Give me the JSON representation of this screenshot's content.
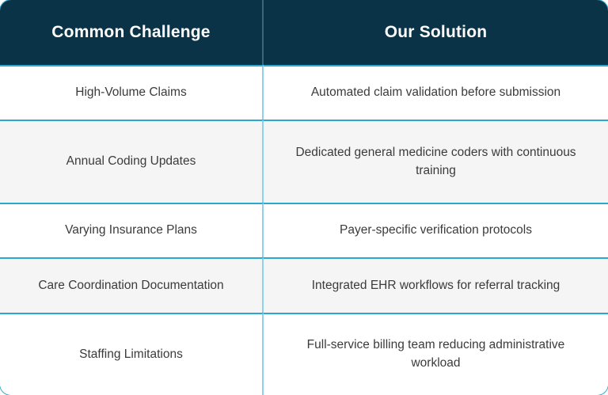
{
  "table": {
    "columns": [
      {
        "key": "challenge",
        "label": "Common Challenge"
      },
      {
        "key": "solution",
        "label": "Our Solution"
      }
    ],
    "rows": [
      {
        "challenge": "High-Volume Claims",
        "solution": "Automated claim validation before submission"
      },
      {
        "challenge": "Annual Coding Updates",
        "solution": "Dedicated general medicine coders with continuous training"
      },
      {
        "challenge": "Varying Insurance Plans",
        "solution": "Payer-specific verification protocols"
      },
      {
        "challenge": "Care Coordination Documentation",
        "solution": "Integrated EHR workflows for referral tracking"
      },
      {
        "challenge": "Staffing Limitations",
        "solution": "Full-service billing team reducing administrative workload"
      }
    ]
  },
  "colors": {
    "header_background": "#0a3348",
    "header_text": "#ffffff",
    "border_accent": "#2aa9d0",
    "border_divider": "#8fd3ea",
    "row_alt_background": "#f5f5f5",
    "row_background": "#ffffff",
    "body_text": "#3b3b3b"
  }
}
